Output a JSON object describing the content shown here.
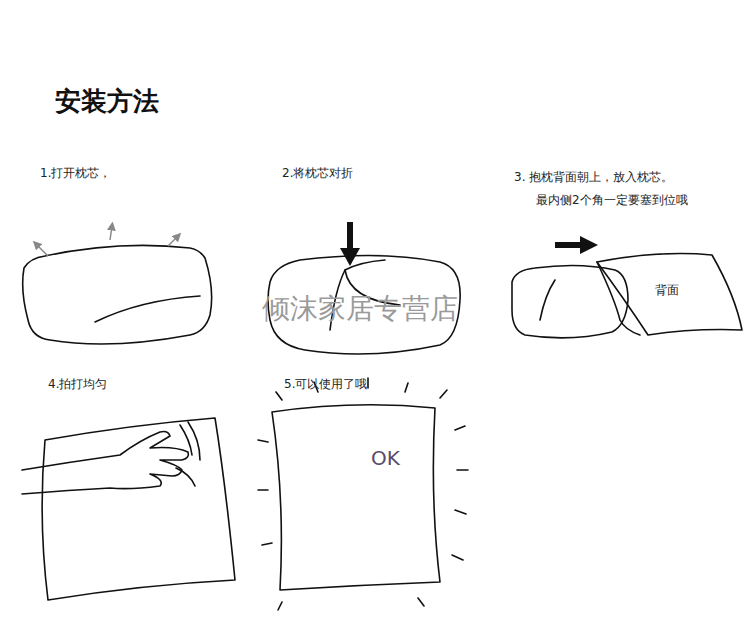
{
  "diagram": {
    "title": "安装方法",
    "labels": [
      "1.打开枕芯，",
      "2.将枕芯对折",
      "3. 抱枕背面朝上，放入枕芯。",
      "最内侧2个角一定要塞到位哦",
      "背面",
      "倾沫家居专营店",
      "4.拍打均匀",
      "5.可以使用了哦",
      "OK"
    ]
  }
}
